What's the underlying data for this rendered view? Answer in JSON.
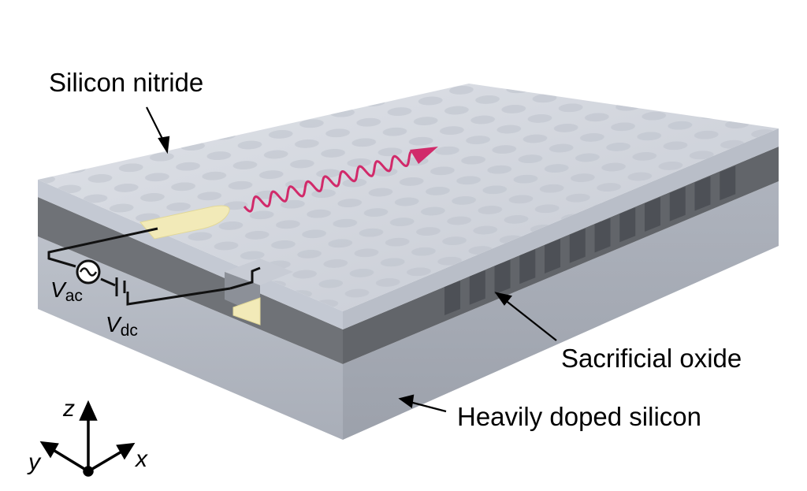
{
  "labels": {
    "silicon_nitride": "Silicon nitride",
    "sacrificial_oxide": "Sacrificial oxide",
    "heavily_doped_silicon": "Heavily doped silicon"
  },
  "circuit": {
    "vac_symbol": "V",
    "vac_sub": "ac",
    "vdc_symbol": "V",
    "vdc_sub": "dc"
  },
  "axes": {
    "z": "z",
    "y": "y",
    "x": "x"
  },
  "colors": {
    "nitride_top": "#d2d6df",
    "nitride_front": "#c4c9d3",
    "oxide": "#6f7277",
    "substrate": "#b3b8c1",
    "electrode": "#f2eab8",
    "wave": "#d12a6a"
  }
}
